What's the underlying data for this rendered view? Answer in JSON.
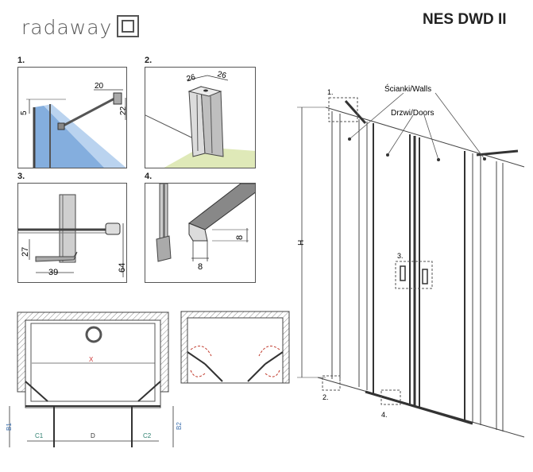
{
  "brand": {
    "logo_text": "radaway"
  },
  "model": "NES DWD II",
  "details": [
    {
      "num": "1.",
      "dims": [
        "20",
        "5",
        "22"
      ]
    },
    {
      "num": "2.",
      "dims": [
        "26",
        "26"
      ]
    },
    {
      "num": "3.",
      "dims": [
        "27",
        "39",
        "64"
      ]
    },
    {
      "num": "4.",
      "dims": [
        "8",
        "8"
      ]
    }
  ],
  "plan": {
    "x_label": "X",
    "c1": "C1",
    "d": "D",
    "c2": "C2",
    "b1": "B1",
    "b2": "B2"
  },
  "elevation": {
    "walls_label": "Ścianki/Walls",
    "doors_label": "Drzwi/Doors",
    "h_label": "H",
    "callouts": [
      "1.",
      "2.",
      "3.",
      "4."
    ]
  }
}
